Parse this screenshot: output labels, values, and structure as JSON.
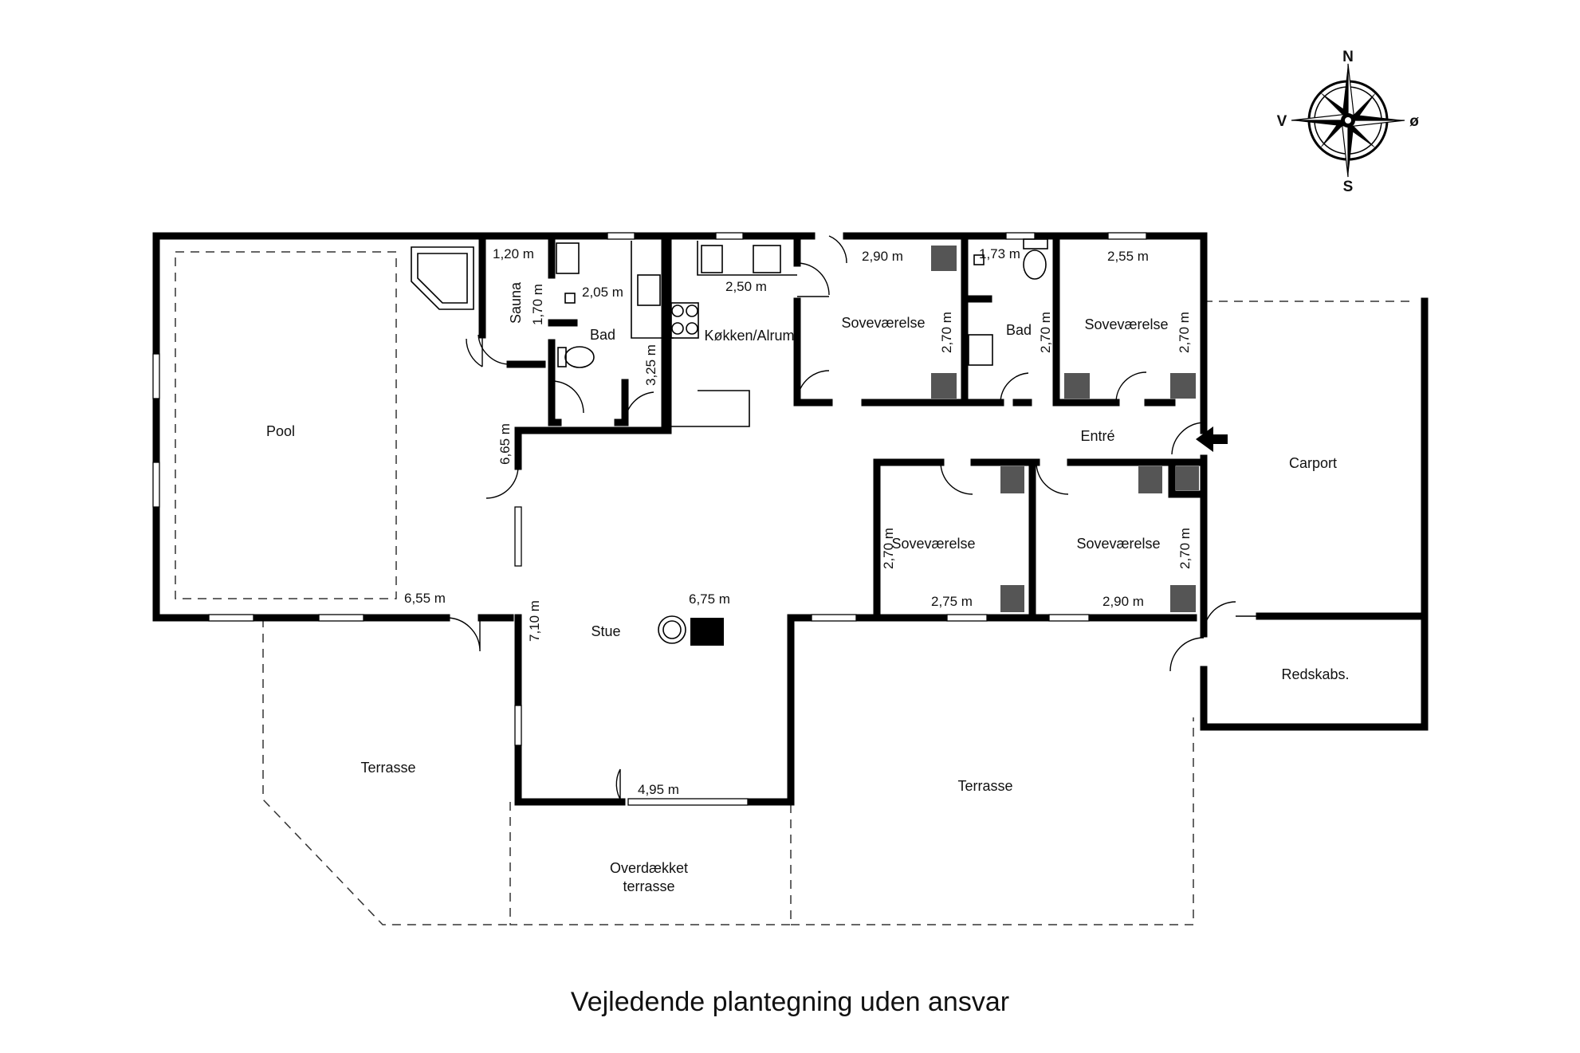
{
  "compass": {
    "north": "N",
    "south": "S",
    "west": "V",
    "east": "ø"
  },
  "rooms": {
    "pool": "Pool",
    "sauna": "Sauna",
    "bad_1": "Bad",
    "kitchen": "Køkken/Alrum",
    "bedroom_1": "Soveværelse",
    "bad_2": "Bad",
    "bedroom_2": "Soveværelse",
    "entre": "Entré",
    "carport": "Carport",
    "bedroom_3": "Soveværelse",
    "bedroom_4": "Soveværelse",
    "stue": "Stue",
    "redskabs": "Redskabs.",
    "terrasse_west": "Terrasse",
    "terrasse_east": "Terrasse",
    "covered_terrace_line1": "Overdækket",
    "covered_terrace_line2": "terrasse"
  },
  "dimensions": {
    "sauna_width": "1,20 m",
    "sauna_depth": "1,70 m",
    "bad1_width": "2,05 m",
    "bad1_depth": "3,25 m",
    "kitchen_width": "2,50 m",
    "bedroom1_width": "2,90 m",
    "bedroom1_depth": "2,70 m",
    "bad2_width": "1,73 m",
    "bad2_depth": "2,70 m",
    "bedroom2_width": "2,55 m",
    "bedroom2_depth": "2,70 m",
    "hall_depth": "6,65 m",
    "pool_width": "6,55 m",
    "stue_width": "6,75 m",
    "stue_depth": "7,10 m",
    "bedroom3_depth": "2,70 m",
    "bedroom3_width": "2,75 m",
    "bedroom4_depth": "2,70 m",
    "bedroom4_width": "2,90 m",
    "stue_south_width": "4,95 m"
  },
  "caption": "Vejledende plantegning uden ansvar"
}
